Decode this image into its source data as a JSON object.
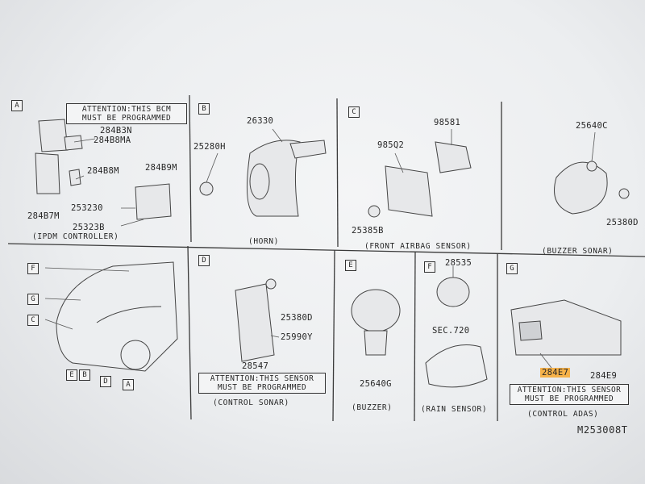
{
  "diagram_ref": "M253008T",
  "sections": {
    "A": {
      "tag": "A",
      "caption": "(IPDM CONTROLLER)",
      "attention": [
        "ATTENTION:THIS BCM",
        "MUST BE PROGRAMMED"
      ],
      "parts": [
        "284B3N",
        "284B8MA",
        "284B8M",
        "284B9M",
        "253230",
        "25323B",
        "284B7M"
      ]
    },
    "B": {
      "tag": "B",
      "caption": "(HORN)",
      "parts": [
        "26330",
        "25280H"
      ]
    },
    "C": {
      "tag": "C",
      "caption": "(FRONT AIRBAG SENSOR)",
      "parts": [
        "98581",
        "985Q2",
        "25385B"
      ]
    },
    "buzzer_sonar": {
      "caption": "(BUZZER SONAR)",
      "parts": [
        "25640C",
        "25380D"
      ]
    },
    "car": {
      "tags": [
        "F",
        "G",
        "C",
        "E",
        "B",
        "D",
        "A"
      ]
    },
    "D": {
      "tag": "D",
      "caption": "(CONTROL SONAR)",
      "attention": [
        "ATTENTION:THIS SENSOR",
        "MUST BE PROGRAMMED"
      ],
      "parts": [
        "25380D",
        "25990Y",
        "28547"
      ]
    },
    "E": {
      "tag": "E",
      "caption": "(BUZZER)",
      "parts": [
        "25640G"
      ]
    },
    "F": {
      "tag": "F",
      "caption": "(RAIN SENSOR)",
      "parts": [
        "28535",
        "SEC.720"
      ]
    },
    "G": {
      "tag": "G",
      "caption": "(CONTROL ADAS)",
      "attention": [
        "ATTENTION:THIS SENSOR",
        "MUST BE PROGRAMMED"
      ],
      "parts": [
        "284E7",
        "284E9"
      ],
      "highlight_color": "#f6b24a"
    }
  }
}
